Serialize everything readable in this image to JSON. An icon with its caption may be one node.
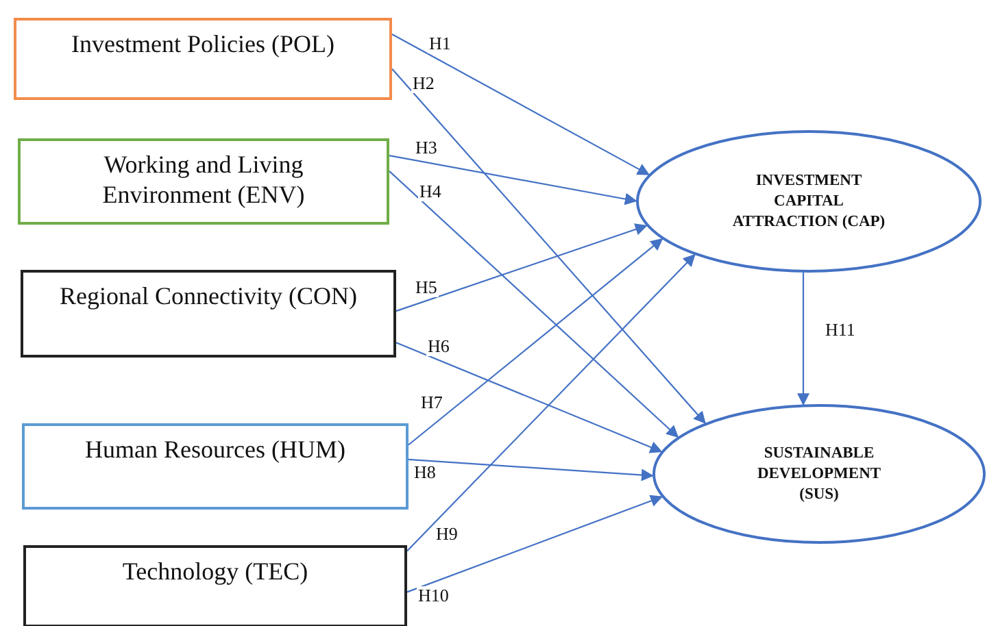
{
  "diagram": {
    "nodes": [
      {
        "text": [
          "Investment Policies (POL)"
        ]
      },
      {
        "text": [
          "Working and Living Environment (ENV)"
        ]
      },
      {
        "text": [
          "Regional Connectivity (CON)"
        ]
      },
      {
        "text": [
          "Human Resources (HUM)"
        ]
      },
      {
        "text": [
          "Technology (TEC)"
        ]
      },
      {
        "text": [
          "INVESTMENT CAPITAL ATTRACTION (CAP)"
        ]
      },
      {
        "text": [
          "SUSTAINABLE DEVELOPMENT (SUS)"
        ]
      }
    ],
    "edges": [
      {
        "from": 0,
        "to": 5,
        "arrow": "to",
        "label": "H1"
      },
      {
        "from": 0,
        "to": 6,
        "arrow": "to",
        "label": "H2"
      },
      {
        "from": 1,
        "to": 5,
        "arrow": "to",
        "label": "H3"
      },
      {
        "from": 1,
        "to": 6,
        "arrow": "to",
        "label": "H4"
      },
      {
        "from": 2,
        "to": 5,
        "arrow": "to",
        "label": "H5"
      },
      {
        "from": 2,
        "to": 6,
        "arrow": "to",
        "label": "H6"
      },
      {
        "from": 3,
        "to": 5,
        "arrow": "to",
        "label": "H7"
      },
      {
        "from": 3,
        "to": 6,
        "arrow": "to",
        "label": "H8"
      },
      {
        "from": 4,
        "to": 5,
        "arrow": "to",
        "label": "H9"
      },
      {
        "from": 4,
        "to": 6,
        "arrow": "to",
        "label": "H10"
      },
      {
        "from": 5,
        "to": 6,
        "arrow": "to",
        "label": "H11"
      }
    ]
  }
}
